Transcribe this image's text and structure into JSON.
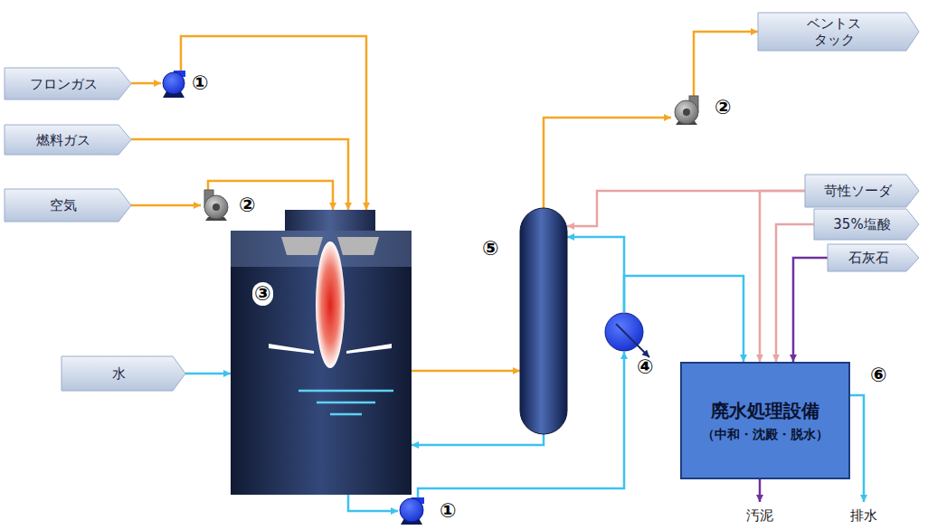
{
  "diagram": {
    "nodes": [
      {
        "text": [
          "フロンガス"
        ]
      },
      {
        "text": [
          "燃料ガス"
        ]
      },
      {
        "text": [
          "空気"
        ]
      },
      {
        "text": [
          "水"
        ]
      },
      {
        "text": [
          "①"
        ]
      },
      {
        "text": [
          "②"
        ]
      },
      {
        "text": [
          "③"
        ]
      },
      {
        "text": [
          "⑤"
        ]
      },
      {
        "text": [
          "②"
        ]
      },
      {
        "text": [
          "ベントスタック"
        ]
      },
      {
        "text": [
          "苛性ソーダ"
        ]
      },
      {
        "text": [
          "35%塩酸"
        ]
      },
      {
        "text": [
          "石灰石"
        ]
      },
      {
        "text": [
          "④"
        ]
      },
      {
        "text": [
          "廃水処理設備",
          "（中和・沈殿・脱水）",
          "⑥"
        ]
      },
      {
        "text": [
          "①"
        ]
      }
    ],
    "edges": [
      {
        "from": 0,
        "to": 4,
        "arrow": "to"
      },
      {
        "from": 4,
        "to": 6,
        "arrow": "to"
      },
      {
        "from": 1,
        "to": 6,
        "arrow": "to"
      },
      {
        "from": 2,
        "to": 5,
        "arrow": "to"
      },
      {
        "from": 5,
        "to": 6,
        "arrow": "to"
      },
      {
        "from": 3,
        "to": 6,
        "arrow": "to"
      },
      {
        "from": 6,
        "to": 7,
        "arrow": "to"
      },
      {
        "from": 7,
        "to": 8,
        "arrow": "to"
      },
      {
        "from": 8,
        "to": 9,
        "arrow": "to"
      },
      {
        "from": 10,
        "to": 7,
        "arrow": "to"
      },
      {
        "from": 10,
        "to": 14,
        "arrow": "to"
      },
      {
        "from": 11,
        "to": 14,
        "arrow": "to"
      },
      {
        "from": 12,
        "to": 14,
        "arrow": "to"
      },
      {
        "from": 7,
        "to": 6,
        "arrow": "to"
      },
      {
        "from": 6,
        "to": 15,
        "arrow": "to"
      },
      {
        "from": 15,
        "to": 13,
        "arrow": "to"
      },
      {
        "from": 13,
        "to": 7,
        "arrow": "to"
      },
      {
        "from": 13,
        "to": 14,
        "arrow": "to"
      }
    ],
    "labels": [
      "汚泥",
      "排水"
    ]
  }
}
